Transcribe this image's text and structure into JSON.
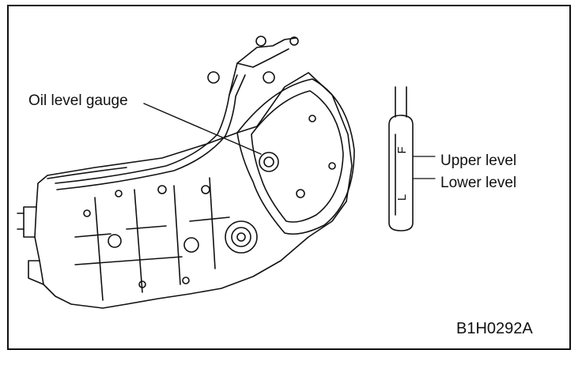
{
  "labels": {
    "oil_level_gauge": "Oil level gauge",
    "upper_level": "Upper level",
    "lower_level": "Lower level",
    "figure_code": "B1H0292A"
  },
  "dipstick_marks": {
    "upper_mark": "F",
    "lower_mark": "L"
  },
  "colors": {
    "ink": "#111111",
    "paper": "#ffffff"
  }
}
